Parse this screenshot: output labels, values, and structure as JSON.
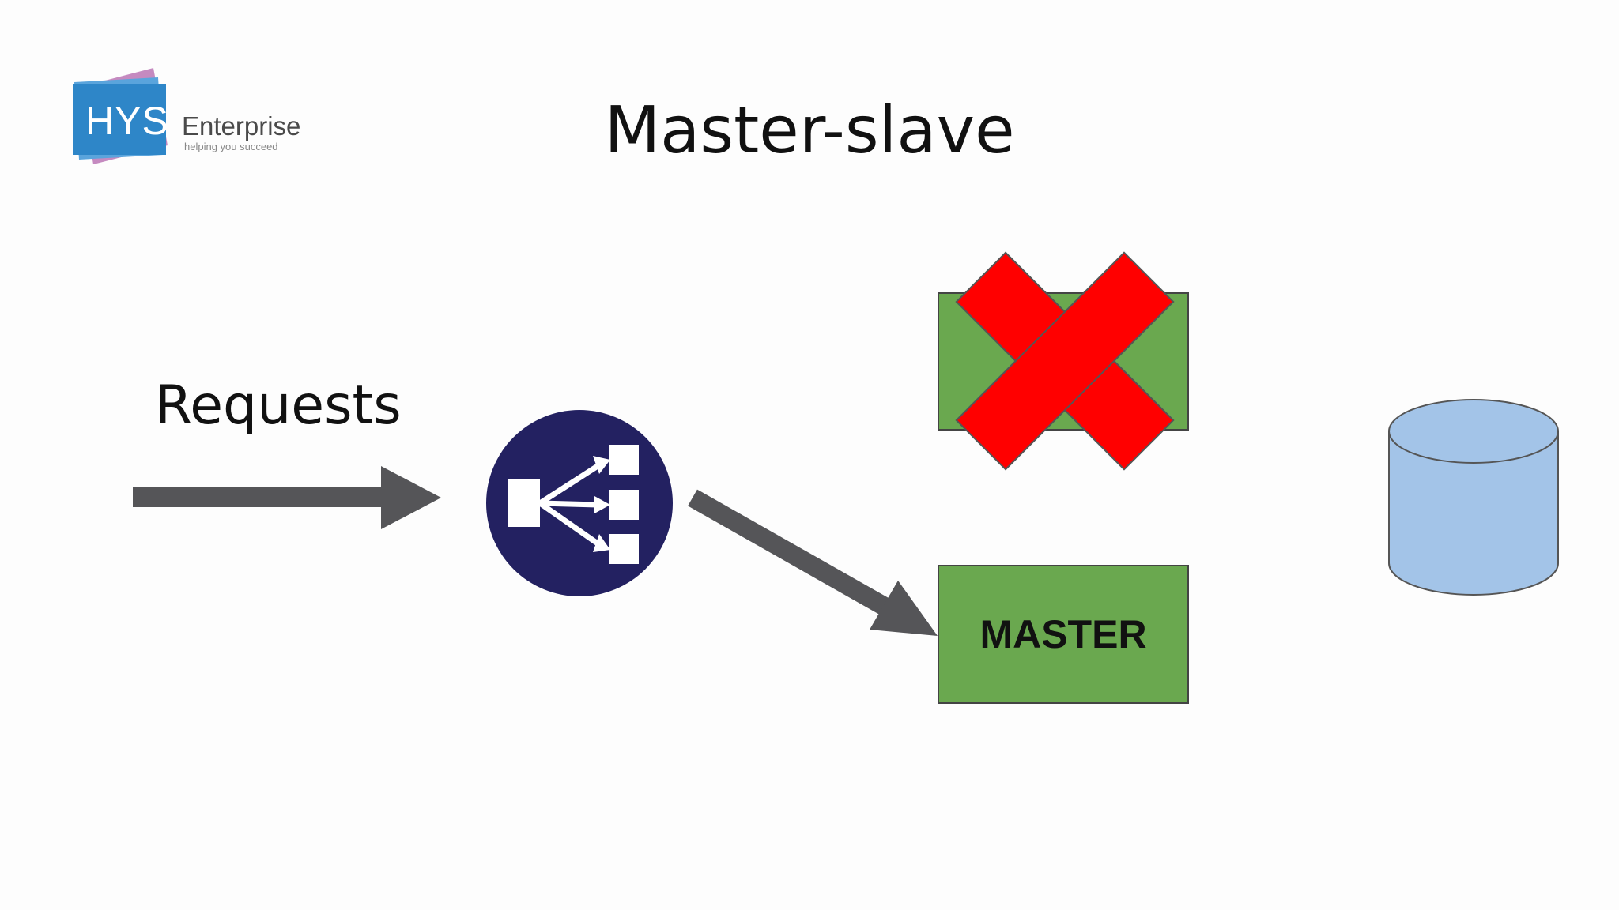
{
  "title": "Master-slave",
  "requests_label": "Requests",
  "master_label": "MASTER",
  "logo": {
    "mark": "HYS",
    "name": "Enterprise",
    "tagline": "helping you succeed"
  },
  "icons": {
    "load_balancer": "load-balancer-icon",
    "failed": "red-x-icon",
    "database": "database-cylinder-icon"
  },
  "colors": {
    "server_green": "#6aa84f",
    "failure_red": "#ff0000",
    "database_blue": "#a3c4e8",
    "arrow_gray": "#555558",
    "balancer_navy": "#232161",
    "logo_blue": "#2e86c8",
    "logo_pink": "#c58ac0"
  }
}
